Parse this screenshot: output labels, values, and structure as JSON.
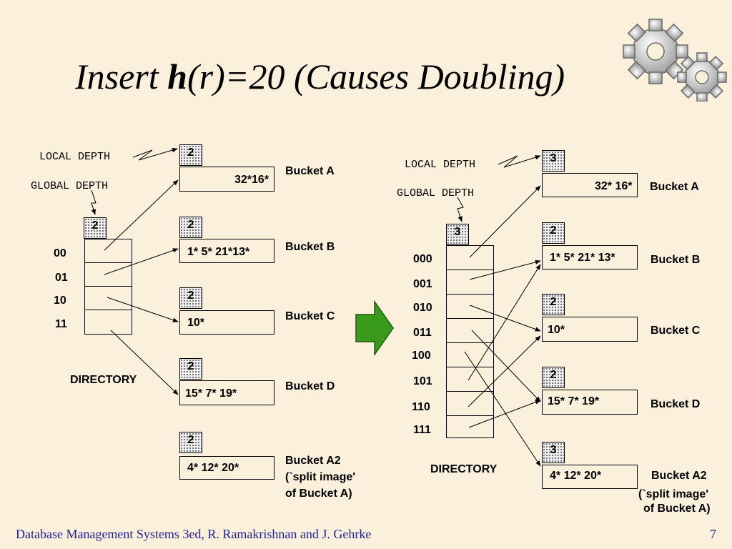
{
  "title": {
    "prefix": "Insert ",
    "h": "h",
    "mid": "(r)=",
    "rest": "20 (Causes Doubling)"
  },
  "left": {
    "local_depth_label": "LOCAL DEPTH",
    "global_depth_label": "GLOBAL DEPTH",
    "global_depth": "2",
    "directory_label": "DIRECTORY",
    "dir_entries": [
      "00",
      "01",
      "10",
      "11"
    ],
    "buckets": [
      {
        "depth": "2",
        "contents": "32*16*",
        "name": "Bucket A"
      },
      {
        "depth": "2",
        "contents": "1*   5*   21*13*",
        "name": "Bucket B"
      },
      {
        "depth": "2",
        "contents": "10*",
        "name": "Bucket C"
      },
      {
        "depth": "2",
        "contents": "15* 7*  19*",
        "name": "Bucket D"
      },
      {
        "depth": "2",
        "contents": "4*   12* 20*",
        "name": "Bucket A2",
        "note1": "(`split image'",
        "note2": "of Bucket A)"
      }
    ]
  },
  "right": {
    "local_depth_label": "LOCAL DEPTH",
    "global_depth_label": "GLOBAL DEPTH",
    "global_depth": "3",
    "directory_label": "DIRECTORY",
    "dir_entries": [
      "000",
      "001",
      "010",
      "011",
      "100",
      "101",
      "110",
      "111"
    ],
    "buckets": [
      {
        "depth": "3",
        "contents": "32* 16*",
        "name": "Bucket A"
      },
      {
        "depth": "2",
        "contents": "1*   5*   21* 13*",
        "name": "Bucket B"
      },
      {
        "depth": "2",
        "contents": "10*",
        "name": "Bucket C"
      },
      {
        "depth": "2",
        "contents": "15*  7*   19*",
        "name": "Bucket D"
      },
      {
        "depth": "3",
        "contents": "4*   12* 20*",
        "name": "Bucket A2",
        "note1": "(`split image'",
        "note2": "of Bucket A)"
      }
    ]
  },
  "footer": {
    "citation": "Database Management Systems 3ed,  R. Ramakrishnan and J. Gehrke",
    "page": "7"
  },
  "colors": {
    "background": "#fbf0dc",
    "arrow_green": "#3a9a1a",
    "footer_blue": "#1f1f99"
  },
  "icons": [
    "gears-icon",
    "right-arrow-icon"
  ]
}
